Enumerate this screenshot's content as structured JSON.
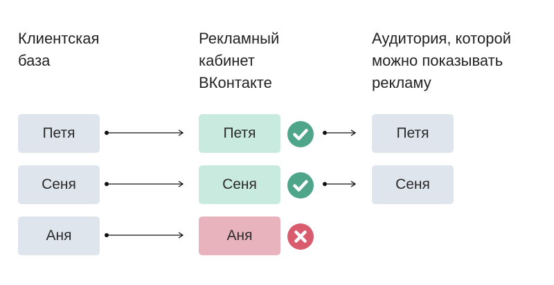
{
  "columns": {
    "client_base": {
      "title": "Клиентская\nбаза"
    },
    "ad_cabinet": {
      "title": "Рекламный\nкабинет\nВКонтакте"
    },
    "audience": {
      "title": "Аудитория, которой\nможно показывать\nрекламу"
    }
  },
  "rows": [
    {
      "client": "Петя",
      "cabinet": "Петя",
      "matched": true,
      "audience": "Петя"
    },
    {
      "client": "Сеня",
      "cabinet": "Сеня",
      "matched": true,
      "audience": "Сеня"
    },
    {
      "client": "Аня",
      "cabinet": "Аня",
      "matched": false,
      "audience": ""
    }
  ],
  "colors": {
    "neutral_box": "#dfe5ec",
    "matched_box": "#c9eadf",
    "unmatched_box": "#e8b3bd",
    "check_circle": "#4fa58a",
    "cross_circle": "#d95b6e",
    "arrow": "#111111"
  },
  "icons": {
    "matched": "check-icon",
    "unmatched": "cross-icon"
  }
}
